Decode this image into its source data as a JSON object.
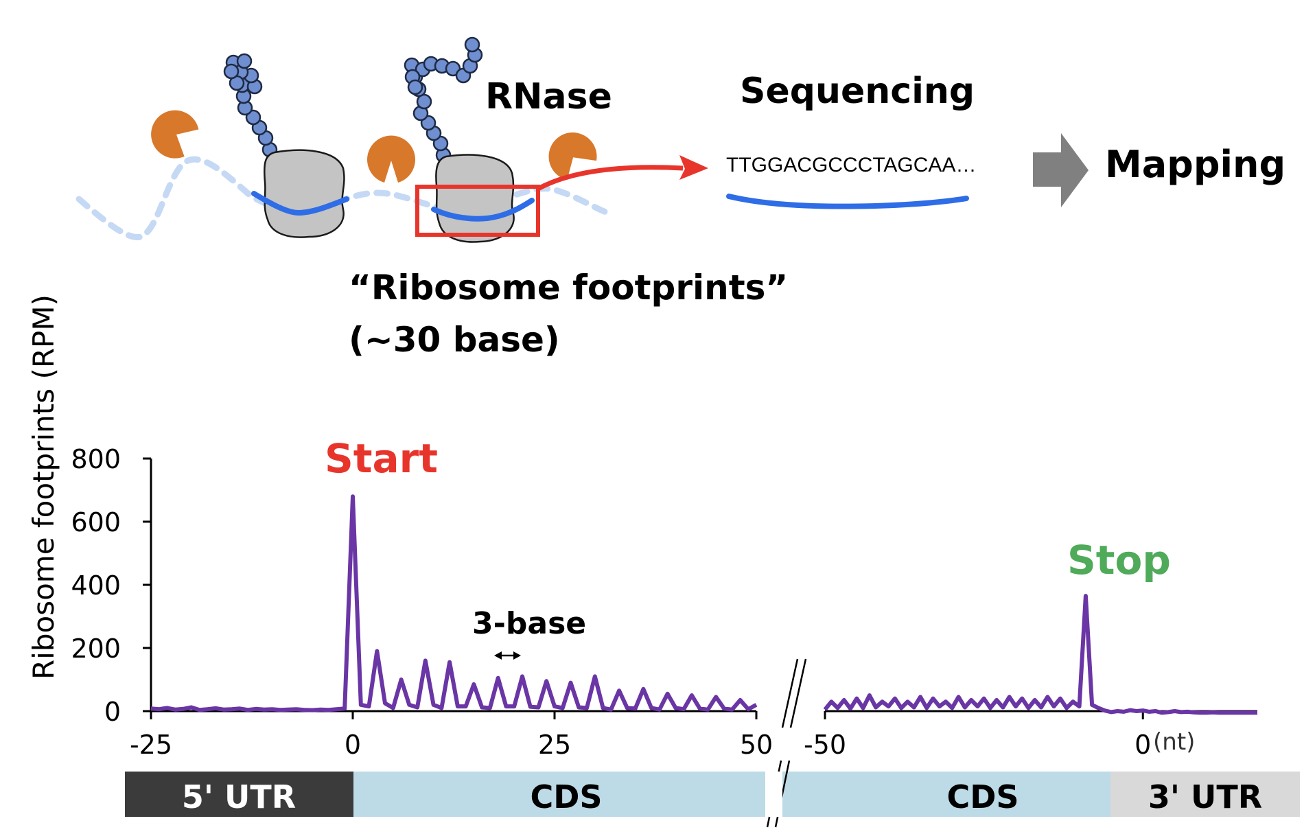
{
  "schematic": {
    "rnase_label": "RNase",
    "sequencing_label": "Sequencing",
    "sequence_read": "TTGGACGCCCTAGCAA…",
    "mapping_label": "Mapping",
    "footprints_label": "“Ribosome footprints”",
    "footprints_size": "(~30 base)"
  },
  "colors": {
    "purple_trace": "#6a35a5",
    "start_red": "#e8352b",
    "stop_green": "#4faa5a",
    "mrna_blue": "#2f6de6",
    "mrna_dashed": "#c5d9f5",
    "ribosome_gray": "#c4c4c4",
    "rnase_orange": "#d8782b",
    "peptide_blue": "#6f8fd0",
    "utr5_dark": "#3b3b3b",
    "cds_lightblue": "#bcdbe6",
    "utr3_lightgray": "#d9d9d9",
    "arrow_gray": "#808080"
  },
  "annotations": {
    "start": "Start",
    "stop": "Stop",
    "three_base": "3-base"
  },
  "regions": {
    "utr5": "5' UTR",
    "cds_left": "CDS",
    "cds_right": "CDS",
    "utr3": "3' UTR"
  },
  "chart_data": {
    "type": "line",
    "ylabel": "Ribosome footprints (RPM)",
    "yticks": [
      0,
      200,
      400,
      600,
      800
    ],
    "ylim": [
      0,
      800
    ],
    "unit_label": "(nt)",
    "panels": [
      {
        "name": "start-panel",
        "xlim": [
          -25,
          50
        ],
        "xticks": [
          -25,
          0,
          25,
          50
        ],
        "x": [
          -25,
          -24,
          -23,
          -22,
          -21,
          -20,
          -19,
          -18,
          -17,
          -16,
          -15,
          -14,
          -13,
          -12,
          -11,
          -10,
          -9,
          -8,
          -7,
          -6,
          -5,
          -4,
          -3,
          -2,
          -1,
          0,
          1,
          2,
          3,
          4,
          5,
          6,
          7,
          8,
          9,
          10,
          11,
          12,
          13,
          14,
          15,
          16,
          17,
          18,
          19,
          20,
          21,
          22,
          23,
          24,
          25,
          26,
          27,
          28,
          29,
          30,
          31,
          32,
          33,
          34,
          35,
          36,
          37,
          38,
          39,
          40,
          41,
          42,
          43,
          44,
          45,
          46,
          47,
          48,
          49,
          50
        ],
        "y": [
          8,
          6,
          10,
          5,
          7,
          12,
          4,
          6,
          9,
          5,
          6,
          8,
          4,
          7,
          5,
          6,
          4,
          5,
          6,
          4,
          3,
          5,
          4,
          6,
          8,
          680,
          20,
          15,
          190,
          25,
          10,
          100,
          20,
          12,
          160,
          20,
          10,
          155,
          15,
          15,
          85,
          12,
          10,
          105,
          15,
          15,
          110,
          14,
          12,
          95,
          15,
          10,
          90,
          12,
          10,
          110,
          10,
          5,
          65,
          10,
          8,
          70,
          10,
          5,
          55,
          10,
          6,
          50,
          8,
          5,
          45,
          8,
          5,
          35,
          6,
          20
        ]
      },
      {
        "name": "stop-panel",
        "xlim": [
          -50,
          18
        ],
        "xticks": [
          -50,
          0
        ],
        "x": [
          -50,
          -49,
          -48,
          -47,
          -46,
          -45,
          -44,
          -43,
          -42,
          -41,
          -40,
          -39,
          -38,
          -37,
          -36,
          -35,
          -34,
          -33,
          -32,
          -31,
          -30,
          -29,
          -28,
          -27,
          -26,
          -25,
          -24,
          -23,
          -22,
          -21,
          -20,
          -19,
          -18,
          -17,
          -16,
          -15,
          -14,
          -13,
          -12,
          -11,
          -10,
          -9,
          -8,
          -7,
          -6,
          -5,
          -4,
          -3,
          -2,
          -1,
          0,
          1,
          2,
          3,
          4,
          5,
          6,
          7,
          8,
          9,
          10,
          11,
          12,
          13,
          14,
          15,
          16,
          17,
          18
        ],
        "y": [
          5,
          30,
          10,
          35,
          8,
          40,
          10,
          50,
          12,
          30,
          15,
          40,
          10,
          30,
          12,
          45,
          10,
          40,
          15,
          30,
          10,
          45,
          12,
          35,
          15,
          40,
          10,
          35,
          12,
          45,
          15,
          40,
          10,
          35,
          12,
          45,
          15,
          40,
          10,
          30,
          15,
          365,
          20,
          10,
          2,
          -3,
          0,
          -2,
          3,
          0,
          2,
          -2,
          0,
          -5,
          -3,
          0,
          -3,
          -2,
          -4,
          -5,
          -5,
          -4,
          -5,
          -5,
          -5,
          -5,
          -5,
          -5,
          -5
        ]
      }
    ]
  }
}
